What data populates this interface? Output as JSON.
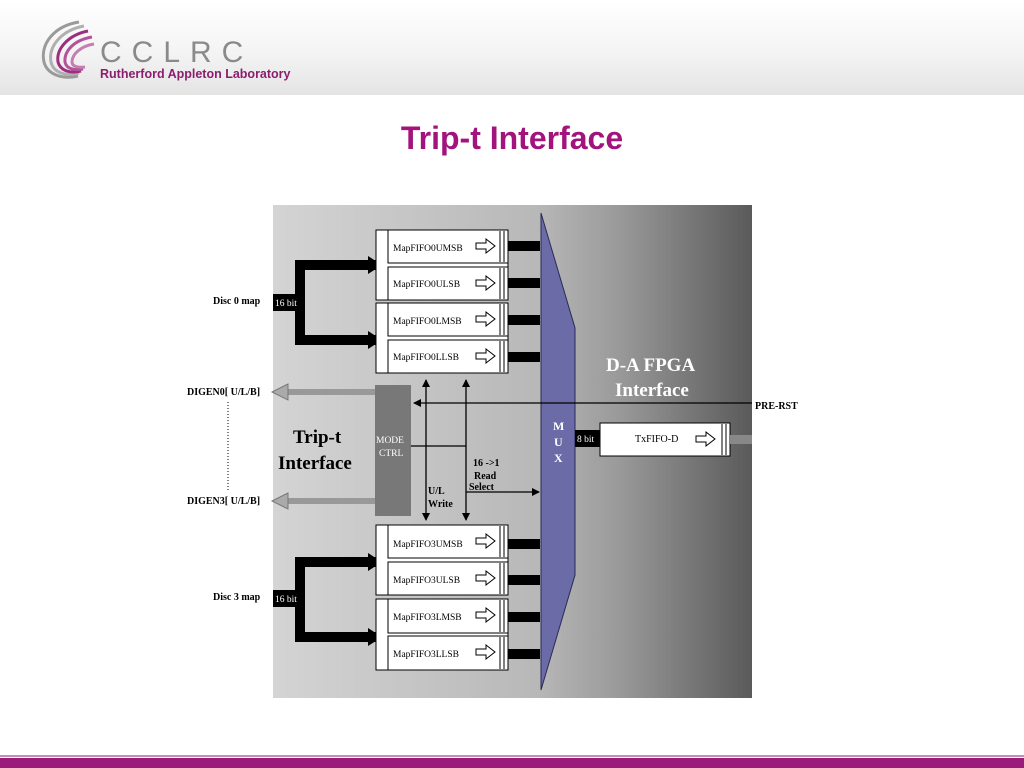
{
  "header": {
    "logo_word": "CCLRC",
    "logo_sub": "Rutherford Appleton Laboratory"
  },
  "title": "Trip-t Interface",
  "diagram": {
    "fifo_top": [
      "MapFIFO0UMSB",
      "MapFIFO0ULSB",
      "MapFIFO0LMSB",
      "MapFIFO0LLSB"
    ],
    "fifo_bottom": [
      "MapFIFO3UMSB",
      "MapFIFO3ULSB",
      "MapFIFO3LMSB",
      "MapFIFO3LLSB"
    ],
    "disc0_label": "Disc 0 map",
    "disc3_label": "Disc 3 map",
    "bus_16bit": "16 bit",
    "bus_8bit": "8 bit",
    "digen0": "DIGEN0[ U/L/B]",
    "digen3": "DIGEN3[ U/L/B]",
    "tript_label": [
      "Trip-t",
      "Interface"
    ],
    "mode_ctrl": [
      "MODE",
      "CTRL"
    ],
    "ul_write": [
      "U/L",
      "Write"
    ],
    "read_select": [
      "16 ->1",
      "Read",
      "Select"
    ],
    "mux": [
      "M",
      "U",
      "X"
    ],
    "fpga_label": [
      "D-A FPGA",
      "Interface"
    ],
    "pre_rst": "PRE-RST",
    "txfifo": "TxFIFO-D"
  },
  "colors": {
    "accent": "#a3137e",
    "mux_fill": "#6b6ba8",
    "mode_fill": "#787878"
  }
}
